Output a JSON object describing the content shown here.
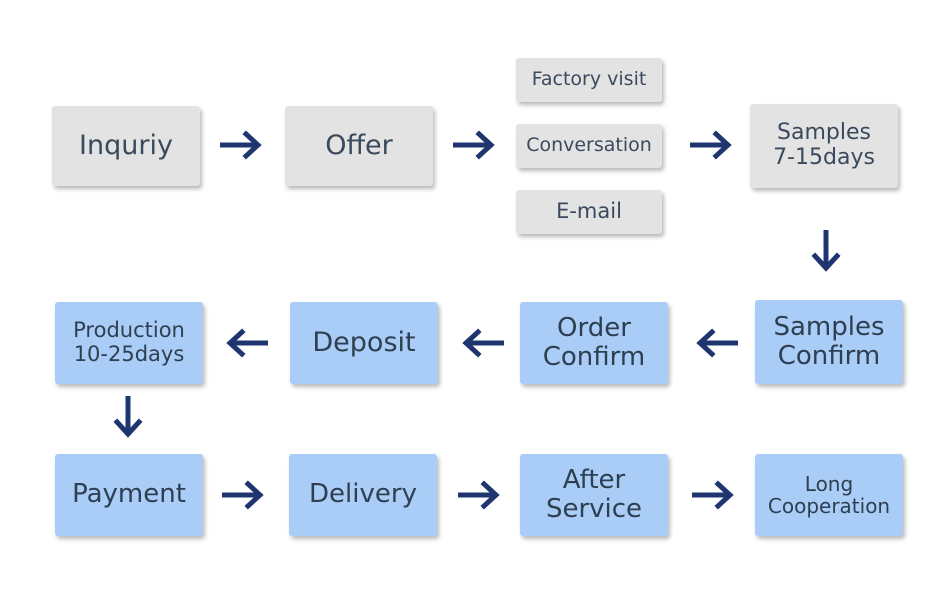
{
  "row1": {
    "inquiry": "Inquriy",
    "offer": "Offer",
    "options": [
      "Factory visit",
      "Conversation",
      "E-mail"
    ],
    "samples": "Samples\n7-15days"
  },
  "row2": {
    "samples_confirm": "Samples\nConfirm",
    "order_confirm": "Order\nConfirm",
    "deposit": "Deposit",
    "production": "Production\n10-25days"
  },
  "row3": {
    "payment": "Payment",
    "delivery": "Delivery",
    "after_service": "After\nService",
    "long_cooperation": "Long\nCooperation"
  },
  "colors": {
    "gray_box": "#e3e3e3",
    "blue_box": "#a9cdf6",
    "arrow": "#1f3570",
    "text": "#3a4a5c"
  }
}
